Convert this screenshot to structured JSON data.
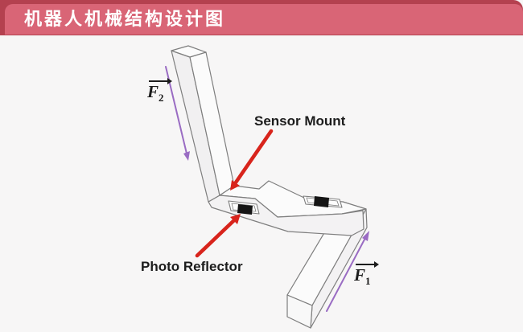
{
  "background_color": "#f7f6f6",
  "header": {
    "title": "机器人机械结构设计图",
    "bar_color": "#d96576",
    "edge_color": "#b4414f",
    "text_color": "#ffffff"
  },
  "diagram": {
    "labels": {
      "sensor_mount": "Sensor Mount",
      "photo_reflector": "Photo Reflector",
      "force_1": {
        "base": "F",
        "sub": "1"
      },
      "force_2": {
        "base": "F",
        "sub": "2"
      }
    },
    "colors": {
      "line": "#7e7e7e",
      "red_arrow": "#d8241c",
      "purple_arrow": "#9a6cc3",
      "sensor_block": "#151515",
      "label_text": "#1c1c1c"
    }
  }
}
